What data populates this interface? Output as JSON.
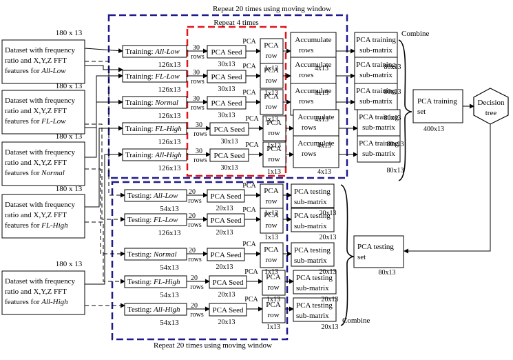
{
  "frames": {
    "outer_top_label": "Repeat 20 times using moving window",
    "inner_label": "Repeat 4 times",
    "outer_bottom_label": "Repeat 20 times using moving window"
  },
  "datasets": [
    {
      "size": "180 x 13",
      "lines": [
        "Dataset with frequency",
        "ratio and X,Y,Z FFT"
      ],
      "features_prefix": "features for ",
      "class": "All-Low"
    },
    {
      "size": "180 x 13",
      "lines": [
        "Dataset with frequency",
        "ratio and X,Y,Z FFT"
      ],
      "features_prefix": "features for ",
      "class": "FL-Low"
    },
    {
      "size": "180 x 13",
      "lines": [
        "Dataset with frequency",
        "ratio and X,Y,Z FFT"
      ],
      "features_prefix": "features for ",
      "class": "Normal"
    },
    {
      "size": "180 x 13",
      "lines": [
        "Dataset with frequency",
        "ratio and X,Y,Z FFT"
      ],
      "features_prefix": "features for ",
      "class": "FL-High"
    },
    {
      "size": "180 x 13",
      "lines": [
        "Dataset with frequency",
        "ratio and X,Y,Z FFT"
      ],
      "features_prefix": "features for ",
      "class": "All-High"
    }
  ],
  "training_rows": [
    {
      "prefix": "Training: ",
      "class": "All-Low",
      "size": "126x13",
      "rows_num": "30",
      "rows_word": "rows",
      "seed": "PCA Seed",
      "seed_size": "30x13",
      "pca": "PCA",
      "row_lines": [
        "PCA",
        "row"
      ],
      "row_size": "1x13",
      "acc_lines": [
        "Accumulate",
        "rows"
      ],
      "acc_size": "4x13",
      "sub_lines": [
        "PCA training",
        "sub-matrix"
      ],
      "sub_size": "80x13"
    },
    {
      "prefix": "Training: ",
      "class": "FL-Low",
      "size": "126x13",
      "rows_num": "30",
      "rows_word": "rows",
      "seed": "PCA Seed",
      "seed_size": "30x13",
      "pca": "PCA",
      "row_lines": [
        "PCA",
        "row"
      ],
      "row_size": "1x13",
      "acc_lines": [
        "Accumulate",
        "rows"
      ],
      "acc_size": "4x13",
      "sub_lines": [
        "PCA training",
        "sub-matrix"
      ],
      "sub_size": "80x13"
    },
    {
      "prefix": "Training: ",
      "class": "Normal",
      "size": "126x13",
      "rows_num": "30",
      "rows_word": "rows",
      "seed": "PCA Seed",
      "seed_size": "30x13",
      "pca": "PCA",
      "row_lines": [
        "PCA",
        "row"
      ],
      "row_size": "1x13",
      "acc_lines": [
        "Accumulate",
        "rows"
      ],
      "acc_size": "4x13",
      "sub_lines": [
        "PCA training",
        "sub-matrix"
      ],
      "sub_size": "80x13"
    },
    {
      "prefix": "Training: ",
      "class": "FL-High",
      "size": "126x13",
      "rows_num": "30",
      "rows_word": "rows",
      "seed": "PCA Seed",
      "seed_size": "30x13",
      "pca": "PCA",
      "row_lines": [
        "PCA",
        "row"
      ],
      "row_size": "1x13",
      "acc_lines": [
        "Accumulate",
        "rows"
      ],
      "acc_size": "4x13",
      "sub_lines": [
        "PCA training",
        "sub-matrix"
      ],
      "sub_size": "80x13"
    },
    {
      "prefix": "Training: ",
      "class": "All-High",
      "size": "126x13",
      "rows_num": "30",
      "rows_word": "rows",
      "seed": "PCA Seed",
      "seed_size": "30x13",
      "pca": "PCA",
      "row_lines": [
        "PCA",
        "row"
      ],
      "row_size": "1x13",
      "acc_lines": [
        "Accumulate",
        "rows"
      ],
      "acc_size": "4x13",
      "sub_lines": [
        "PCA training",
        "sub-matrix"
      ],
      "sub_size": "80x13"
    }
  ],
  "testing_rows": [
    {
      "prefix": "Testing: ",
      "class": "All-Low",
      "size": "54x13",
      "rows_num": "20",
      "rows_word": "rows",
      "seed": "PCA Seed",
      "seed_size": "20x13",
      "pca": "PCA",
      "row_lines": [
        "PCA",
        "row"
      ],
      "row_size": "1x13",
      "sub_lines": [
        "PCA testing",
        "sub-matrix"
      ],
      "sub_size": "20x13"
    },
    {
      "prefix": "Testing: ",
      "class": "FL-Low",
      "size": "126x13",
      "rows_num": "20",
      "rows_word": "rows",
      "seed": "PCA Seed",
      "seed_size": "20x13",
      "pca": "PCA",
      "row_lines": [
        "PCA",
        "row"
      ],
      "row_size": "1x13",
      "sub_lines": [
        "PCA testing",
        "sub-matrix"
      ],
      "sub_size": "20x13"
    },
    {
      "prefix": "Testing: ",
      "class": "Normal",
      "size": "54x13",
      "rows_num": "20",
      "rows_word": "rows",
      "seed": "PCA Seed",
      "seed_size": "20x13",
      "pca": "PCA",
      "row_lines": [
        "PCA",
        "row"
      ],
      "row_size": "1x13",
      "sub_lines": [
        "PCA testing",
        "sub-matrix"
      ],
      "sub_size": "20x13"
    },
    {
      "prefix": "Testing: ",
      "class": "FL-High",
      "size": "54x13",
      "rows_num": "20",
      "rows_word": "rows",
      "seed": "PCA Seed",
      "seed_size": "20x13",
      "pca": "PCA",
      "row_lines": [
        "PCA",
        "row"
      ],
      "row_size": "1x13",
      "sub_lines": [
        "PCA testing",
        "sub-matrix"
      ],
      "sub_size": "20x13"
    },
    {
      "prefix": "Testing: ",
      "class": "All-High",
      "size": "54x13",
      "rows_num": "20",
      "rows_word": "rows",
      "seed": "PCA Seed",
      "seed_size": "20x13",
      "pca": "PCA",
      "row_lines": [
        "PCA",
        "row"
      ],
      "row_size": "1x13",
      "sub_lines": [
        "PCA testing",
        "sub-matrix"
      ],
      "sub_size": "20x13"
    }
  ],
  "combine_top": "Combine",
  "combine_bottom": "Combine",
  "training_set": {
    "lines": [
      "PCA training",
      "set"
    ],
    "size": "400x13"
  },
  "testing_set": {
    "lines": [
      "PCA testing",
      "set"
    ],
    "size": "80x13"
  },
  "decision_tree": {
    "lines": [
      "Decision",
      "tree"
    ]
  },
  "colors": {
    "outer_frame": "#1f1a8c",
    "inner_frame": "#e0161b",
    "ink": "#000000"
  }
}
